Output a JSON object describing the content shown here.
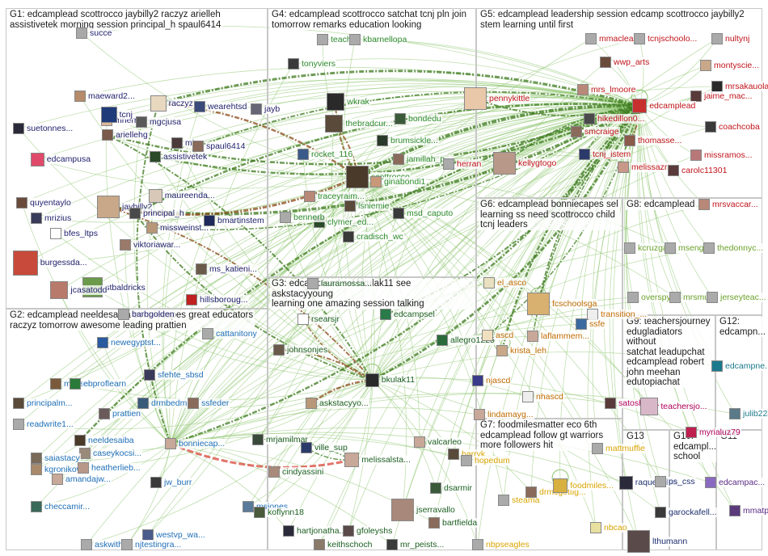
{
  "colors": {
    "g1": "#22226e",
    "g2": "#1f6fb8",
    "g3": "#1b5e20",
    "g4": "#2e8b2e",
    "g5": "#c0141b",
    "g6": "#c06a00",
    "g7": "#d9a400",
    "g8": "#6aa12a",
    "g9": "#b0005a",
    "g10": "#1d2f6e",
    "g11": "#5a2a86",
    "g12": "#1b7a8c",
    "g13": "#1b2e6e",
    "edge_green": "#3d7a1f",
    "edge_light": "#8cc46e",
    "edge_brown": "#8a4a1a",
    "edge_red": "#d8473a"
  },
  "groups": [
    {
      "id": "g1",
      "title": "G1: edcamplead scottrocco jaybilly2 raczyz arielleh\nassistivetek morning session principal_h spaul6414"
    },
    {
      "id": "g2",
      "title": "G2: edcamplead neeldesaiba bonniecapes great educators\nraczyz tomorrow awesome leading prattien"
    },
    {
      "id": "g3",
      "title": "G3: edcamplead sel bkulak11 see askstacyyoung\nlearning one amazing session talking"
    },
    {
      "id": "g4",
      "title": "G4: edcamplead scottrocco satchat tcnj pln join\ntomorrow remarks education looking"
    },
    {
      "id": "g5",
      "title": "G5: edcamplead leadership session edcamp scottrocco jaybilly2\nstem learning until first"
    },
    {
      "id": "g6",
      "title": "G6: edcamplead bonniecapes sel\nlearning ss need scottrocco child\ntcnj leaders"
    },
    {
      "id": "g7",
      "title": "G7: foodmilesmatter eco 6th\nedcamplead follow gt warriors\nmore followers hit"
    },
    {
      "id": "g8",
      "title": "G8: edcamplead"
    },
    {
      "id": "g9",
      "title": "G9: teachersjourney\nedugladiators without\nsatchat leadupchat\nedcamplead robert\njohn meehan\nedutopiachat"
    },
    {
      "id": "g10",
      "title": "G10:\nedcampl...\nschool"
    },
    {
      "id": "g11",
      "title": "G11"
    },
    {
      "id": "g12",
      "title": "G12:\nedcampn..."
    },
    {
      "id": "g13",
      "title": "G13"
    }
  ],
  "nodes": [
    {
      "id": "succe",
      "g": "g1",
      "label": "succe",
      "avatar": "#a8a8a8"
    },
    {
      "id": "maeward2",
      "g": "g1",
      "label": "maeward2...",
      "avatar": "#b58b6a"
    },
    {
      "id": "mhern",
      "g": "g1",
      "label": "mhern",
      "avatar": "#d9b99a"
    },
    {
      "id": "tcnj",
      "g": "g1",
      "label": "tcnj",
      "avatar": "#1f3b7a"
    },
    {
      "id": "raczyz",
      "g": "g1",
      "label": "raczyz",
      "avatar": "#e8d8c0"
    },
    {
      "id": "wearehtsd",
      "g": "g1",
      "label": "wearehtsd",
      "avatar": "#3a4a7a"
    },
    {
      "id": "jayb",
      "g": "g1",
      "label": "jayb",
      "avatar": "#667"
    },
    {
      "id": "suetonnes",
      "g": "g1",
      "label": "suetonnes...",
      "avatar": "#2a2a3a"
    },
    {
      "id": "mgcjusa",
      "g": "g1",
      "label": "mgcjusa",
      "avatar": "#5a5a5a"
    },
    {
      "id": "arielleh",
      "g": "g1",
      "label": "ariellehg",
      "avatar": "#7a5a4a"
    },
    {
      "id": "mic",
      "g": "g1",
      "label": "mic",
      "avatar": "#4a3a3a"
    },
    {
      "id": "spaul6414",
      "g": "g1",
      "label": "spaul6414",
      "avatar": "#8a6a5a"
    },
    {
      "id": "edcampusa",
      "g": "g1",
      "label": "edcampusa",
      "avatar": "#e04a6a"
    },
    {
      "id": "assistivetek",
      "g": "g1",
      "label": "assistivetek",
      "avatar": "#2a4a2a"
    },
    {
      "id": "quyentaylo",
      "g": "g1",
      "label": "quyentaylo",
      "avatar": "#6a4a3a"
    },
    {
      "id": "mrizius",
      "g": "g1",
      "label": "mrizius",
      "avatar": "#3a3a5a"
    },
    {
      "id": "jaybilly2",
      "g": "g1",
      "label": "jaybilly2",
      "avatar": "#c8a888"
    },
    {
      "id": "maureenda",
      "g": "g1",
      "label": "maureenda...",
      "avatar": "#d8c8b8"
    },
    {
      "id": "principal_h",
      "g": "g1",
      "label": "principal_h",
      "avatar": "#4a4a4a"
    },
    {
      "id": "missweinst",
      "g": "g1",
      "label": "missweinst...",
      "avatar": "#b89878"
    },
    {
      "id": "bmartinstem",
      "g": "g1",
      "label": "bmartinstem",
      "avatar": "#1f2a5a"
    },
    {
      "id": "burgessda",
      "g": "g1",
      "label": "burgessda...",
      "avatar": "#c84a3a"
    },
    {
      "id": "bfes_ltps",
      "g": "g1",
      "label": "bfes_ltps",
      "avatar": "#fff"
    },
    {
      "id": "viktoriawar",
      "g": "g1",
      "label": "viktoriawar...",
      "avatar": "#9a7a6a"
    },
    {
      "id": "ms_katieni",
      "g": "g1",
      "label": "ms_katieni...",
      "avatar": "#6a5a4a"
    },
    {
      "id": "stbaldricks",
      "g": "g1",
      "label": "stbaldricks",
      "avatar": "#6a9a4a"
    },
    {
      "id": "jcasatodd",
      "g": "g1",
      "label": "jcasatodd",
      "avatar": "#b87a6a"
    },
    {
      "id": "hillsboroug",
      "g": "g1",
      "label": "hillsboroug...",
      "avatar": "#c02020"
    },
    {
      "id": "barbgolden",
      "g": "g1",
      "label": "barbgolden",
      "avatar": "#aaa"
    },
    {
      "id": "newegyptst",
      "g": "g2",
      "label": "newegyptst...",
      "avatar": "#2a5aa0"
    },
    {
      "id": "ms_sa",
      "g": "g2",
      "label": "ms_sa",
      "avatar": "#7a5a3a"
    },
    {
      "id": "ebproflearn",
      "g": "g2",
      "label": "ebproflearn",
      "avatar": "#2a7a3a"
    },
    {
      "id": "sfehte_sbsd",
      "g": "g2",
      "label": "sfehte_sbsd",
      "avatar": "#3a3a5a"
    },
    {
      "id": "principalm",
      "g": "g2",
      "label": "principalm...",
      "avatar": "#5a4a3a"
    },
    {
      "id": "drmbedmu",
      "g": "g2",
      "label": "drmbedmu...",
      "avatar": "#3a5a7a"
    },
    {
      "id": "ssfeder",
      "g": "g2",
      "label": "ssfeder",
      "avatar": "#8a6a5a"
    },
    {
      "id": "prattien",
      "g": "g2",
      "label": "prattien",
      "avatar": "#6a5a5a"
    },
    {
      "id": "readwrite1",
      "g": "g2",
      "label": "readwrite1...",
      "avatar": "#aaa"
    },
    {
      "id": "neeldesaiba",
      "g": "g2",
      "label": "neeldesaiba",
      "avatar": "#4a3a2a"
    },
    {
      "id": "bonniecap",
      "g": "g2",
      "label": "bonniecap...",
      "avatar": "#c8a898"
    },
    {
      "id": "caseykocsi",
      "g": "g2",
      "label": "caseykocsi...",
      "avatar": "#9a8a7a"
    },
    {
      "id": "saiastacy",
      "g": "g2",
      "label": "saiastacy",
      "avatar": "#7a6a5a"
    },
    {
      "id": "kgronikow",
      "g": "g2",
      "label": "kgronikow...",
      "avatar": "#a88a6a"
    },
    {
      "id": "heatherlieb",
      "g": "g2",
      "label": "heatherlieb...",
      "avatar": "#b89888"
    },
    {
      "id": "jw_burr",
      "g": "g2",
      "label": "jw_burr",
      "avatar": "#3a3a3a"
    },
    {
      "id": "amandajw",
      "g": "g2",
      "label": "amandajw...",
      "avatar": "#c8a898"
    },
    {
      "id": "msjones",
      "g": "g2",
      "label": "msjones",
      "avatar": "#5a7a9a"
    },
    {
      "id": "checcamir",
      "g": "g2",
      "label": "checcamir...",
      "avatar": "#3a6a5a"
    },
    {
      "id": "westvp_wa",
      "g": "g2",
      "label": "westvp_wa...",
      "avatar": "#4a5a8a"
    },
    {
      "id": "askwithw",
      "g": "g2",
      "label": "askwithwi...",
      "avatar": "#aaa"
    },
    {
      "id": "njtestingra",
      "g": "g2",
      "label": "njtestingra...",
      "avatar": "#aaa"
    },
    {
      "id": "cattanitony",
      "g": "g2",
      "label": "cattanitony",
      "avatar": "#aaa"
    },
    {
      "id": "rsearsjr",
      "g": "g3",
      "label": "rsearsjr",
      "avatar": "#fff"
    },
    {
      "id": "edcampsel",
      "g": "g3",
      "label": "edcampsel",
      "avatar": "#2a7a4a"
    },
    {
      "id": "johnsonjes",
      "g": "g3",
      "label": "johnsonjes",
      "avatar": "#6a5a4a"
    },
    {
      "id": "bkulak11",
      "g": "g3",
      "label": "bkulak11",
      "avatar": "#2a2a2a"
    },
    {
      "id": "askstacyyo",
      "g": "g3",
      "label": "askstacyyo...",
      "avatar": "#b89878"
    },
    {
      "id": "mrjamilmar",
      "g": "g3",
      "label": "mrjamilmar",
      "avatar": "#3a4a3a"
    },
    {
      "id": "ville_sup",
      "g": "g3",
      "label": "ville_sup",
      "avatar": "#2a3a6a"
    },
    {
      "id": "cindyassini",
      "g": "g3",
      "label": "cindyassini",
      "avatar": "#a88a7a"
    },
    {
      "id": "melissalsta",
      "g": "g3",
      "label": "melissalsta...",
      "avatar": "#c8a898"
    },
    {
      "id": "koflynn18",
      "g": "g3",
      "label": "koflynn18",
      "avatar": "#4a5a3a"
    },
    {
      "id": "hartjonatha",
      "g": "g3",
      "label": "hartjonatha...",
      "avatar": "#2a2a3a"
    },
    {
      "id": "gfoleyshs",
      "g": "g3",
      "label": "gfoleyshs",
      "avatar": "#5a4a4a"
    },
    {
      "id": "keithschoch",
      "g": "g3",
      "label": "keithschoch",
      "avatar": "#8a7a6a"
    },
    {
      "id": "mr_peists",
      "g": "g3",
      "label": "mr_peists...",
      "avatar": "#3a3a3a"
    },
    {
      "id": "jserravallo",
      "g": "g3",
      "label": "jserravallo",
      "avatar": "#a8887a"
    },
    {
      "id": "dsarmir",
      "g": "g3",
      "label": "dsarmir",
      "avatar": "#3a5a3a"
    },
    {
      "id": "bartfielda",
      "g": "g3",
      "label": "bartfielda",
      "avatar": "#8a6a5a"
    },
    {
      "id": "valcarleo",
      "g": "g3",
      "label": "valcarleo",
      "avatar": "#c8a898"
    },
    {
      "id": "allegro1225",
      "g": "g3",
      "label": "allegro1225",
      "avatar": "#2a6a3a"
    },
    {
      "id": "lauramossa",
      "g": "g3",
      "label": "lauramossa...",
      "avatar": "#aaa"
    },
    {
      "id": "teachmi",
      "g": "g4",
      "label": "teachmi",
      "avatar": "#aaa"
    },
    {
      "id": "kbarnellopa",
      "g": "g4",
      "label": "kbarnellopa",
      "avatar": "#aaa"
    },
    {
      "id": "tonyviers",
      "g": "g4",
      "label": "tonyviers",
      "avatar": "#3a3a3a"
    },
    {
      "id": "wkrak",
      "g": "g4",
      "label": "wkrak",
      "avatar": "#2a2a2a"
    },
    {
      "id": "thebradcur",
      "g": "g4",
      "label": "thebradcur...",
      "avatar": "#5a4a3a"
    },
    {
      "id": "bondedu",
      "g": "g4",
      "label": "bondedu",
      "avatar": "#3a5a3a"
    },
    {
      "id": "brumsickle",
      "g": "g4",
      "label": "brumsickle...",
      "avatar": "#2a3a2a"
    },
    {
      "id": "rocket_116",
      "g": "g4",
      "label": "rocket_116",
      "avatar": "#3a5a8a"
    },
    {
      "id": "scottrocco",
      "g": "g4",
      "label": "scottrocco",
      "avatar": "#4a3a2a"
    },
    {
      "id": "jamillah_p",
      "g": "g4",
      "label": "jamillah_p...",
      "avatar": "#8a6a5a"
    },
    {
      "id": "ginabondi1",
      "g": "g4",
      "label": "ginabondi1",
      "avatar": "#c89878"
    },
    {
      "id": "traceyraim",
      "g": "g4",
      "label": "traceyraim...",
      "avatar": "#b88878"
    },
    {
      "id": "lsniemie",
      "g": "g4",
      "label": "lsniemie",
      "avatar": "#5a4a3a"
    },
    {
      "id": "msd_caputo",
      "g": "g4",
      "label": "msd_caputo",
      "avatar": "#3a3a3a"
    },
    {
      "id": "clymer_ed",
      "g": "g4",
      "label": "clymer_ed...",
      "avatar": "#2a4a2a"
    },
    {
      "id": "cradisch_wc",
      "g": "g4",
      "label": "cradisch_wc",
      "avatar": "#3a3a3a"
    },
    {
      "id": "bennerb",
      "g": "g4",
      "label": "bennerb",
      "avatar": "#aaa"
    },
    {
      "id": "mmacleanc",
      "g": "g5",
      "label": "mmaclean...",
      "avatar": "#aaa"
    },
    {
      "id": "tcnjschoolo",
      "g": "g5",
      "label": "tcnjschoolo...",
      "avatar": "#aaa"
    },
    {
      "id": "nultynj",
      "g": "g5",
      "label": "nultynj",
      "avatar": "#aaa"
    },
    {
      "id": "pennykittle",
      "g": "g5",
      "label": "pennykittle",
      "avatar": "#e8c8a8"
    },
    {
      "id": "mrs_lmoore",
      "g": "g5",
      "label": "mrs_lmoore",
      "avatar": "#b88878"
    },
    {
      "id": "wwp_arts",
      "g": "g5",
      "label": "wwp_arts",
      "avatar": "#6a4a3a"
    },
    {
      "id": "montyscie",
      "g": "g5",
      "label": "montyscie...",
      "avatar": "#c8a888"
    },
    {
      "id": "mrsakauola",
      "g": "g5",
      "label": "mrsakauola",
      "avatar": "#2a2a2a"
    },
    {
      "id": "jaime_mac",
      "g": "g5",
      "label": "jaime_mac...",
      "avatar": "#5a3a3a"
    },
    {
      "id": "hikedillon0",
      "g": "g5",
      "label": "hikedillon0...",
      "avatar": "#4a4a4a"
    },
    {
      "id": "edcamplead",
      "g": "g5",
      "label": "edcamplead",
      "avatar": "#c83030"
    },
    {
      "id": "smcraige",
      "g": "g5",
      "label": "smcraige",
      "avatar": "#8a6a5a"
    },
    {
      "id": "coachcoba",
      "g": "g5",
      "label": "coachcoba",
      "avatar": "#3a3a3a"
    },
    {
      "id": "kellygtogo",
      "g": "g5",
      "label": "kellygtogo",
      "avatar": "#b89888"
    },
    {
      "id": "herran",
      "g": "g5",
      "label": "herran",
      "avatar": "#aaa"
    },
    {
      "id": "thomasse",
      "g": "g5",
      "label": "thomasse...",
      "avatar": "#8a5a4a"
    },
    {
      "id": "tcnj_istem",
      "g": "g5",
      "label": "tcnj_istem",
      "avatar": "#2a3a6a"
    },
    {
      "id": "missramos",
      "g": "g5",
      "label": "missramos...",
      "avatar": "#b87878"
    },
    {
      "id": "melissazra",
      "g": "g5",
      "label": "melissazra...",
      "avatar": "#c89888"
    },
    {
      "id": "carolc11301",
      "g": "g5",
      "label": "carolc11301",
      "avatar": "#5a3a3a"
    },
    {
      "id": "mrsvaccar",
      "g": "g5",
      "label": "mrsvaccar...",
      "avatar": "#b88878"
    },
    {
      "id": "el_asco",
      "g": "g6",
      "label": "el_asco",
      "avatar": "#e8e0c0"
    },
    {
      "id": "fcschoolsga",
      "g": "g6",
      "label": "fcschoolsga",
      "avatar": "#d8b070"
    },
    {
      "id": "transition",
      "g": "g6",
      "label": "transition_...",
      "avatar": "#eee"
    },
    {
      "id": "ssfe",
      "g": "g6",
      "label": "ssfe",
      "avatar": "#3a6aa0"
    },
    {
      "id": "ascd",
      "g": "g6",
      "label": "ascd",
      "avatar": "#f0e0c0"
    },
    {
      "id": "laflammem",
      "g": "g6",
      "label": "laflammem...",
      "avatar": "#c8a898"
    },
    {
      "id": "krista_leh",
      "g": "g6",
      "label": "krista_leh",
      "avatar": "#c8a888"
    },
    {
      "id": "njascd",
      "g": "g6",
      "label": "njascd",
      "avatar": "#3a3a8a"
    },
    {
      "id": "nhascd",
      "g": "g6",
      "label": "nhascd",
      "avatar": "#eee"
    },
    {
      "id": "lindamayg",
      "g": "g6",
      "label": "lindamayg...",
      "avatar": "#c8a898"
    },
    {
      "id": "mattmuffie",
      "g": "g7",
      "label": "mattmuffie",
      "avatar": "#aaa"
    },
    {
      "id": "barryk",
      "g": "g7",
      "label": "barryk...",
      "avatar": "#5a4a3a"
    },
    {
      "id": "hopedum",
      "g": "g7",
      "label": "hopedum",
      "avatar": "#aaa"
    },
    {
      "id": "steama",
      "g": "g7",
      "label": "steama",
      "avatar": "#aaa"
    },
    {
      "id": "drmcgettig",
      "g": "g7",
      "label": "drmcgettig...",
      "avatar": "#8a6a5a"
    },
    {
      "id": "foodmiles",
      "g": "g7",
      "label": "foodmiles...",
      "avatar": "#d8b040"
    },
    {
      "id": "nbcao",
      "g": "g7",
      "label": "nbcao",
      "avatar": "#e8e0a0"
    },
    {
      "id": "nbpseagles",
      "g": "g7",
      "label": "nbpseagles",
      "avatar": "#aaa"
    },
    {
      "id": "kcruzgarc",
      "g": "g8",
      "label": "kcruzgarc...",
      "avatar": "#aaa"
    },
    {
      "id": "msenglis",
      "g": "g8",
      "label": "msenglis",
      "avatar": "#aaa"
    },
    {
      "id": "thedonnyc",
      "g": "g8",
      "label": "thedonnyc...",
      "avatar": "#aaa"
    },
    {
      "id": "overspyke",
      "g": "g8",
      "label": "overspyke",
      "avatar": "#aaa"
    },
    {
      "id": "mrsmur",
      "g": "g8",
      "label": "mrsmur",
      "avatar": "#aaa"
    },
    {
      "id": "jerseyteac",
      "g": "g8",
      "label": "jerseyteac...",
      "avatar": "#aaa"
    },
    {
      "id": "satoshi_to",
      "g": "g9",
      "label": "satoshi_to...",
      "avatar": "#5a3a3a"
    },
    {
      "id": "teachersjo",
      "g": "g9",
      "label": "teachersjo...",
      "avatar": "#d8b8c8"
    },
    {
      "id": "myrialuz79",
      "g": "g9",
      "label": "myrialuz79",
      "avatar": "#c02050"
    },
    {
      "id": "raquelwillia",
      "g": "g10",
      "label": "raquelwillia...",
      "avatar": "#2a2a3a"
    },
    {
      "id": "ps_css",
      "g": "g10",
      "label": "ps_css",
      "avatar": "#aaa"
    },
    {
      "id": "garockafell",
      "g": "g10",
      "label": "garockafell...",
      "avatar": "#3a3a3a"
    },
    {
      "id": "edcampac",
      "g": "g11",
      "label": "edcampac...",
      "avatar": "#8a6ac0"
    },
    {
      "id": "mmatp",
      "g": "g11",
      "label": "mmatp",
      "avatar": "#5a3a7a"
    },
    {
      "id": "edcampne",
      "g": "g12",
      "label": "edcampne...",
      "avatar": "#1b7a8c"
    },
    {
      "id": "julib224",
      "g": "g12",
      "label": "julib224",
      "avatar": "#5a7a8a"
    },
    {
      "id": "lthumann",
      "g": "g13",
      "label": "lthumann",
      "avatar": "#5a4a4a"
    }
  ]
}
